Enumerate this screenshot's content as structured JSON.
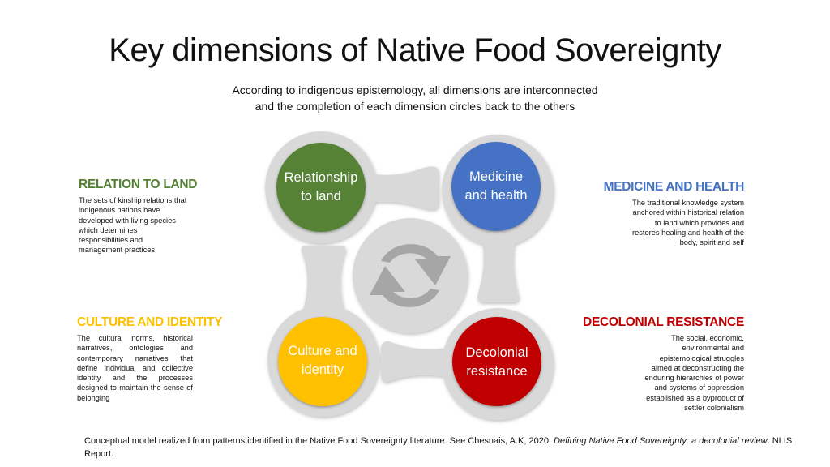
{
  "title": "Key dimensions of Native Food Sovereignty",
  "subtitle": "According to indigenous epistemology, all dimensions are interconnected and the completion of each dimension circles back to the others",
  "colors": {
    "green": "#548235",
    "blue": "#4472C4",
    "yellow": "#FFC000",
    "red": "#C00000",
    "gray_shape": "#D9D9D9",
    "cycle_icon": "#A6A6A6"
  },
  "circles": {
    "relationship": "Relationship to land",
    "medicine": "Medicine and health",
    "culture": "Culture and identity",
    "decolonial": "Decolonial resistance"
  },
  "center_icon": "refresh-cycle-icon",
  "dimensions": {
    "relation_to_land": {
      "heading": "RELATION TO LAND",
      "text": "The sets of kinship relations that indigenous nations have developed with living species which determines responsibilities and management practices"
    },
    "medicine_and_health": {
      "heading": "MEDICINE AND HEALTH",
      "text": "The traditional knowledge system anchored within historical relation to land which provides and restores healing and health of the body, spirit and self"
    },
    "culture_and_identity": {
      "heading": "CULTURE AND IDENTITY",
      "text": "The cultural norms, historical narratives, ontologies and contemporary narratives that define individual and collective identity and the processes designed to maintain the sense of belonging"
    },
    "decolonial_resistance": {
      "heading": "DECOLONIAL RESISTANCE",
      "text": "The social, economic, environmental and epistemological struggles aimed at deconstructing the enduring hierarchies of power and systems of oppression established as a byproduct of settler colonialism"
    }
  },
  "footer": {
    "text": "Conceptual model realized from patterns identified in the Native Food Sovereignty literature. See Chesnais, A.K, 2020. ",
    "citation_title": "Defining Native Food Sovereignty: a decolonial review",
    "suffix": ". NLIS Report."
  }
}
